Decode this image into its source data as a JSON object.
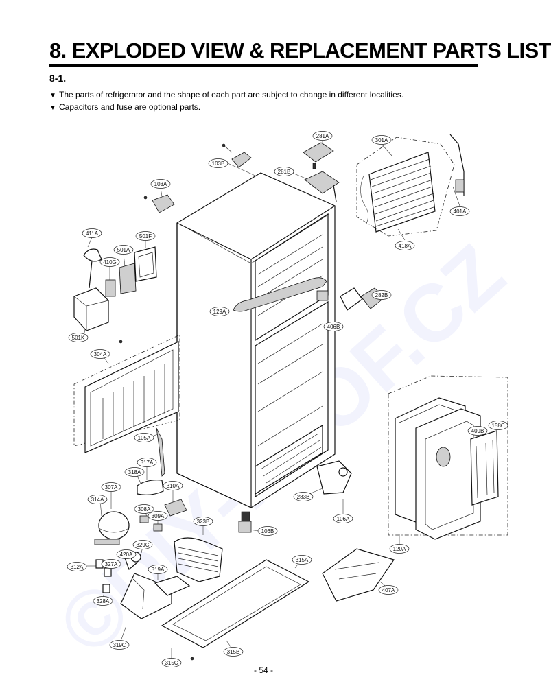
{
  "header": {
    "title": "8. EXPLODED VIEW & REPLACEMENT PARTS LIST",
    "section": "8-1."
  },
  "notes": [
    "The parts of refrigerator and the shape of each part are subject to change in different localities.",
    "Capacitors and fuse are optional parts."
  ],
  "watermark": "©DIY-PROF.CZ",
  "callouts": [
    "103B",
    "281A",
    "301A",
    "281B",
    "103A",
    "401A",
    "418A",
    "411A",
    "501F",
    "501A",
    "410G",
    "282B",
    "129A",
    "406B",
    "501K",
    "304A",
    "158C",
    "409B",
    "105A",
    "317A",
    "318A",
    "307A",
    "310A",
    "283B",
    "314A",
    "308A",
    "309A",
    "106A",
    "323B",
    "106B",
    "329C",
    "420A",
    "120A",
    "312A",
    "327A",
    "315A",
    "319A",
    "407A",
    "328A",
    "319C",
    "315B",
    "315C"
  ],
  "footer": {
    "page": "- 54 -"
  }
}
